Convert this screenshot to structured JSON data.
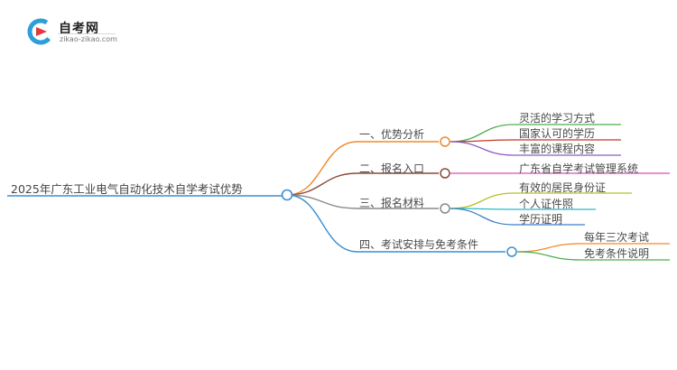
{
  "brand": {
    "name": "自考网",
    "url": "zikao-zikao.com",
    "logo_colors": [
      "#e03a3a",
      "#2a9fd8"
    ]
  },
  "mindmap": {
    "root": "2025年广东工业电气自动化技术自学考试优势",
    "branches": [
      {
        "label": "一、优势分析",
        "color": "#f0892a",
        "children": [
          {
            "label": "灵活的学习方式",
            "color": "#4cae4c"
          },
          {
            "label": "国家认可的学历",
            "color": "#c0392b"
          },
          {
            "label": "丰富的课程内容",
            "color": "#8e5ac8"
          }
        ]
      },
      {
        "label": "二、报名入口",
        "color": "#8b4a3a",
        "children": [
          {
            "label": "广东省自学考试管理系统",
            "color": "#d94fb0"
          }
        ]
      },
      {
        "label": "三、报名材料",
        "color": "#8a8a8a",
        "children": [
          {
            "label": "有效的居民身份证",
            "color": "#b6c02a"
          },
          {
            "label": "个人证件照",
            "color": "#2bb8c8"
          },
          {
            "label": "学历证明",
            "color": "#3a7fc8"
          }
        ]
      },
      {
        "label": "四、考试安排与免考条件",
        "color": "#3a8fd0",
        "children": [
          {
            "label": "每年三次考试",
            "color": "#f0892a"
          },
          {
            "label": "免考条件说明",
            "color": "#4cae4c"
          }
        ]
      }
    ]
  }
}
